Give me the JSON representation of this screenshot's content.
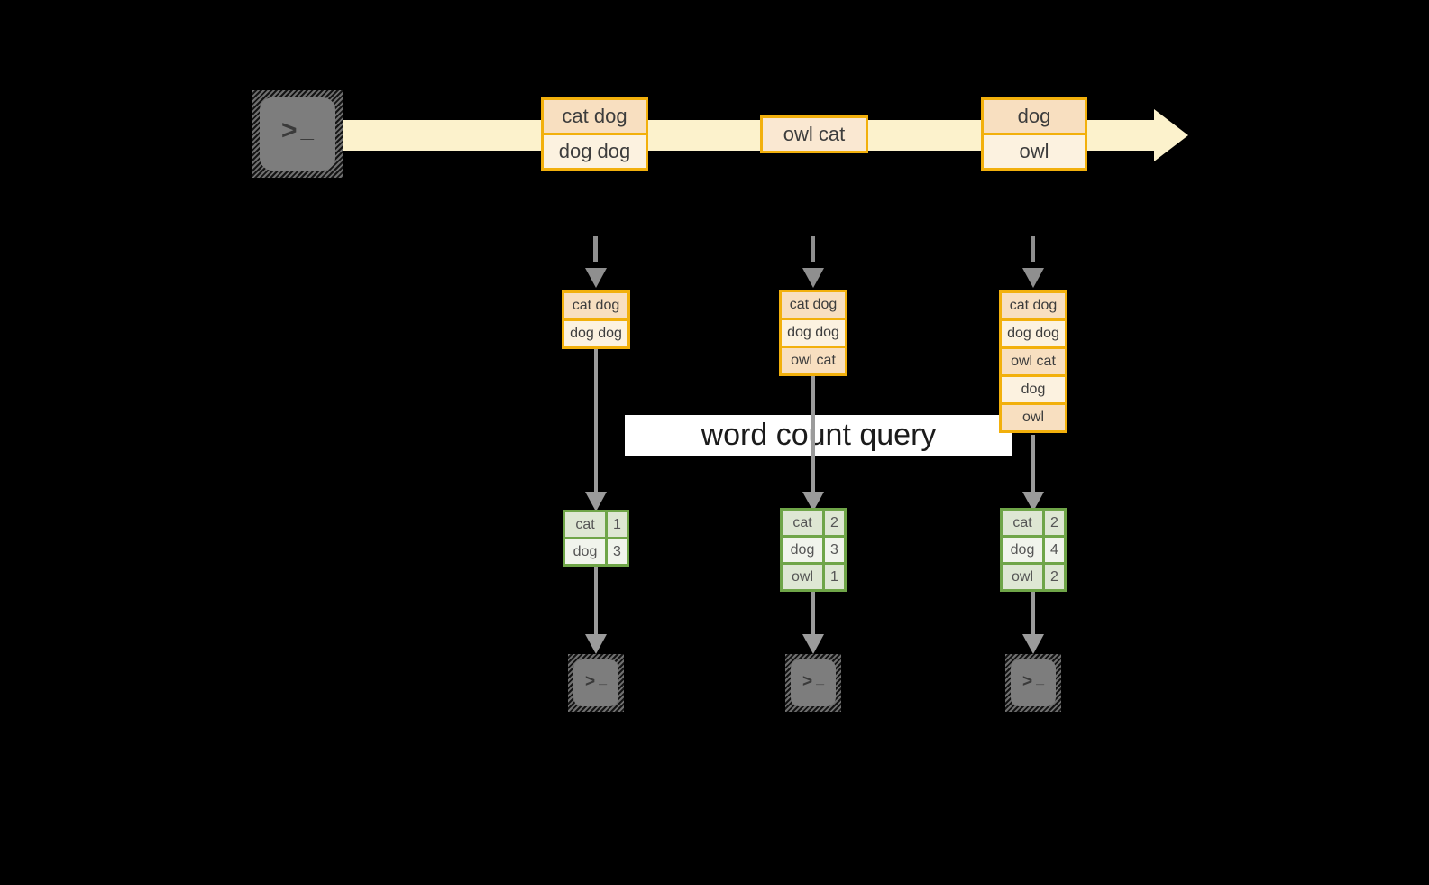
{
  "query_banner": {
    "label": "word count query"
  },
  "stream": {
    "source_icon": "terminal-icon",
    "prompt_glyph": ">",
    "underscore_glyph": "_",
    "events": [
      {
        "lines": [
          "cat dog",
          "dog dog"
        ]
      },
      {
        "lines": [
          "owl cat"
        ]
      },
      {
        "lines": [
          "dog",
          "owl"
        ]
      }
    ]
  },
  "columns": [
    {
      "buffer": [
        "cat dog",
        "dog dog"
      ],
      "table": {
        "rows": [
          {
            "word": "cat",
            "count": "1"
          },
          {
            "word": "dog",
            "count": "3"
          }
        ]
      },
      "sink_icon": "terminal-icon"
    },
    {
      "buffer": [
        "cat dog",
        "dog dog",
        "owl cat"
      ],
      "table": {
        "rows": [
          {
            "word": "cat",
            "count": "2"
          },
          {
            "word": "dog",
            "count": "3"
          },
          {
            "word": "owl",
            "count": "1"
          }
        ]
      },
      "sink_icon": "terminal-icon"
    },
    {
      "buffer": [
        "cat dog",
        "dog dog",
        "owl cat",
        "dog",
        "owl"
      ],
      "table": {
        "rows": [
          {
            "word": "cat",
            "count": "2"
          },
          {
            "word": "dog",
            "count": "4"
          },
          {
            "word": "owl",
            "count": "2"
          }
        ]
      },
      "sink_icon": "terminal-icon"
    }
  ],
  "colors": {
    "orange": "#F2B00C",
    "peach_dark": "#F8DFC0",
    "peach_light": "#FCF2E0",
    "peach_mid": "#FAE8D2",
    "stream_band": "#FCF2CC",
    "green": "#6FA548",
    "sage": "#DEE7D3",
    "sage_light": "#F1F4EC",
    "arrow_gray": "#9B9B9B",
    "icon_gray": "#7D7D7D",
    "text": "#3D3D3D",
    "banner_bg": "#FFFFFF",
    "banner_text": "#1B1B1B"
  }
}
